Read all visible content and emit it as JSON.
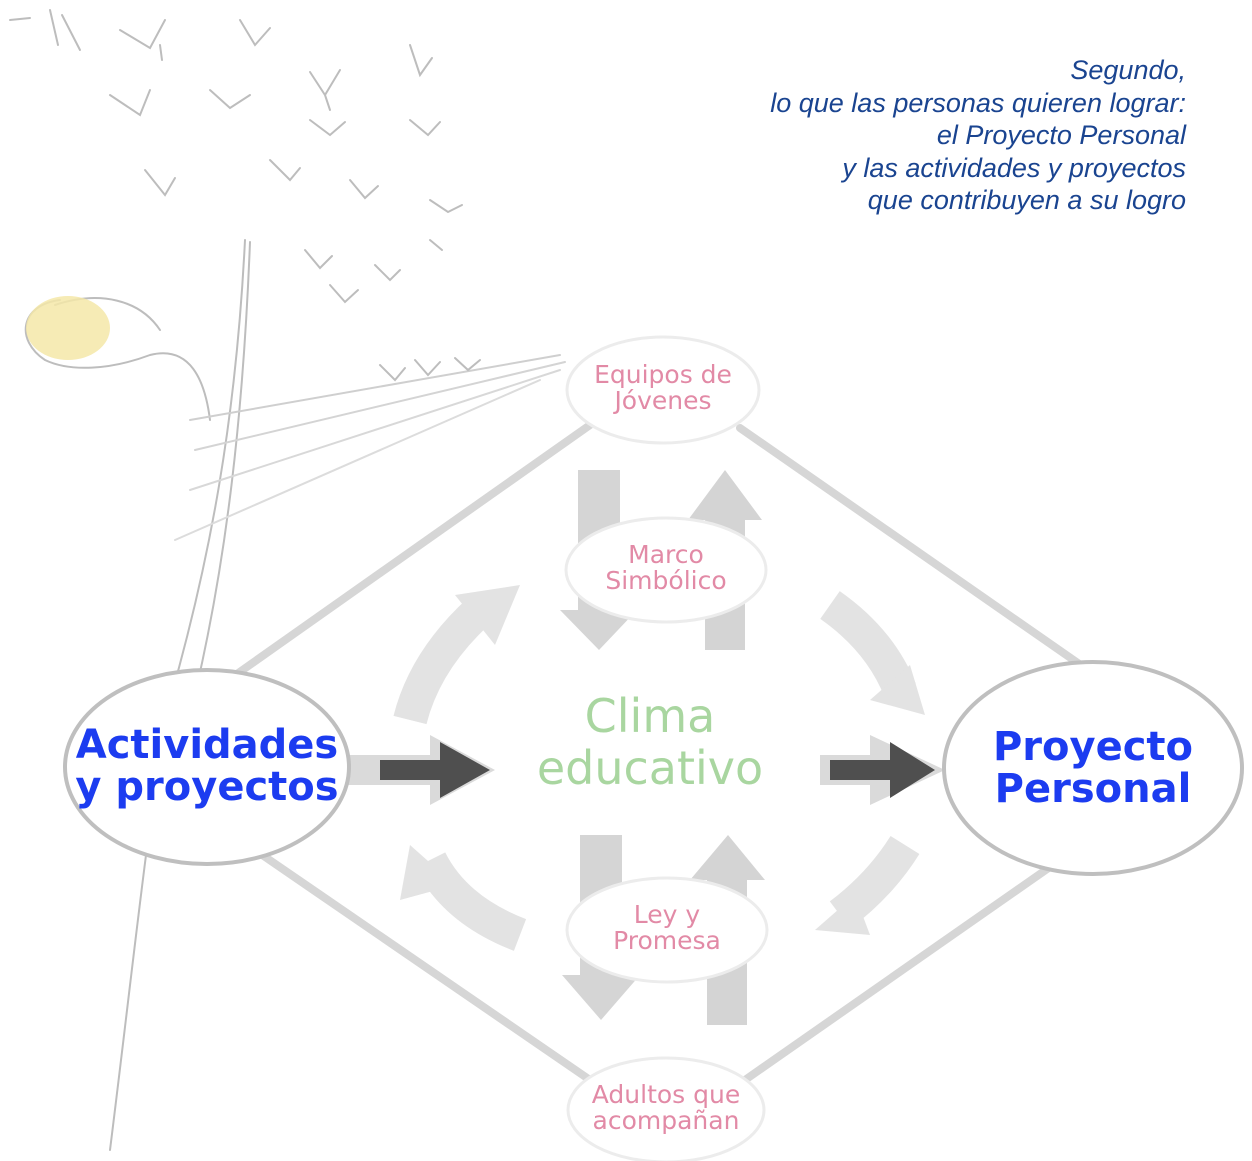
{
  "caption": {
    "lines": [
      "Segundo,",
      "lo que las personas quieren lograr:",
      "el Proyecto Personal",
      "y las actividades y proyectos",
      "que contribuyen a su logro"
    ]
  },
  "nodes": {
    "top": {
      "line1": "Equipos de",
      "line2": "Jóvenes"
    },
    "upper": {
      "line1": "Marco",
      "line2": "Simbólico"
    },
    "center": {
      "line1": "Clima",
      "line2": "educativo"
    },
    "lower": {
      "line1": "Ley y",
      "line2": "Promesa"
    },
    "bottom": {
      "line1": "Adultos que",
      "line2": "acompañan"
    },
    "left": {
      "line1": "Actividades",
      "line2": "y proyectos"
    },
    "right": {
      "line1": "Proyecto",
      "line2": "Personal"
    }
  },
  "colors": {
    "caption": "#1a4490",
    "small_node_text": "#e28aa6",
    "main_node_text": "#1c3cf0",
    "center_text": "#a9d6a0",
    "connector": "#d6d6d6",
    "dark_arrow": "#5a5a5a",
    "sun": "#f5e7a8"
  }
}
